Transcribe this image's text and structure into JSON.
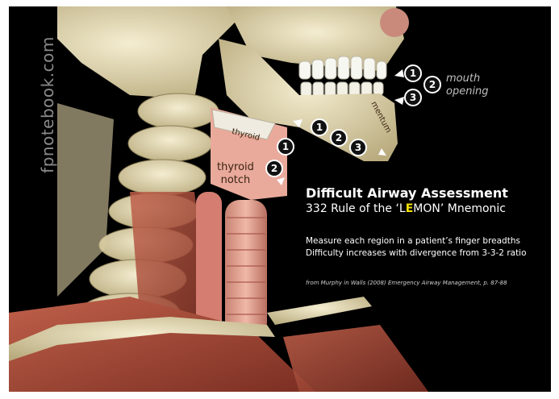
{
  "watermark": "fpnotebook.com",
  "heading": {
    "title": "Difficult Airway Assessment",
    "subtitle_pre": "332 Rule of the ‘L",
    "subtitle_highlight": "E",
    "subtitle_post": "MON’ Mnemonic"
  },
  "body": {
    "line1": "Measure each region in a patient’s finger breadths",
    "line2": "Difficulty increases with divergence from 3-3-2 ratio"
  },
  "citation": "from Murphy in Walls (2008) Emergency Airway Management, p. 87-88",
  "labels": {
    "mouth_line1": "mouth",
    "mouth_line2": "opening",
    "thyroid_notch_line1": "thyroid",
    "thyroid_notch_line2": "notch",
    "thyroid": "thyroid",
    "mentum": "mentum"
  },
  "badges": {
    "mouth": [
      "1",
      "2",
      "3"
    ],
    "chin": [
      "1",
      "2",
      "3"
    ],
    "neck": [
      "1",
      "2"
    ]
  },
  "colors": {
    "background": "#000000",
    "highlight": "#f2e200",
    "bone": "#e6dcb4",
    "muscle": "#b04a3a",
    "cartilage": "#e8a89a"
  }
}
